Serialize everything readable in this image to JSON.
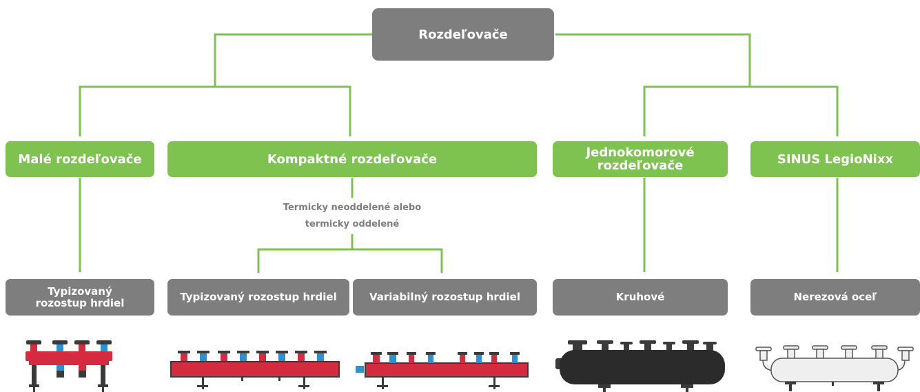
{
  "root": {
    "label": "Rozdeľovače"
  },
  "categories": [
    {
      "label": "Malé rozdeľovače"
    },
    {
      "label": "Kompaktné rozdeľovače"
    },
    {
      "label": "Jednokomorové rozdeľovače"
    },
    {
      "label": "SINUS LegioNixx"
    }
  ],
  "note": {
    "line1": "Termicky neoddelené",
    "line2": "alebo termicky oddelené"
  },
  "types": [
    {
      "label": "Typizovaný rozostup hrdiel"
    },
    {
      "label": "Typizovaný rozostup hrdiel"
    },
    {
      "label": "Variabilný rozostup hrdiel"
    },
    {
      "label": "Kruhové"
    },
    {
      "label": "Nerezová oceľ"
    }
  ],
  "colors": {
    "category": "#7ec24f",
    "node": "#7e7e7e",
    "connector": "#7ec24f",
    "red": "#d52b3e",
    "blue": "#2f8fd0",
    "dark": "#3a3a3a",
    "steel": "#d9d9d9"
  }
}
